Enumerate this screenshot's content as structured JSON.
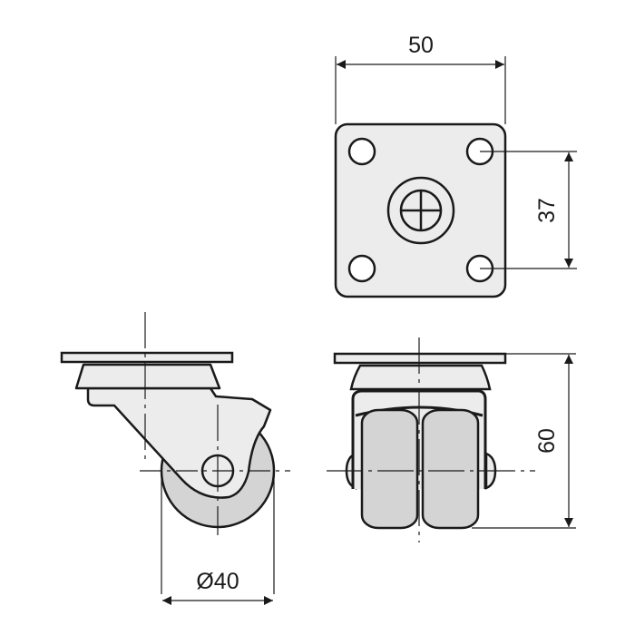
{
  "diagram": {
    "subject": "swivel castor technical drawing",
    "colors": {
      "background": "#ffffff",
      "stroke": "#1a1a1a",
      "body_fill": "#ececec",
      "wheel_fill": "#d4d4d4"
    },
    "views": {
      "top": {
        "name": "top-view-mounting-plate"
      },
      "side": {
        "name": "side-view"
      },
      "front": {
        "name": "front-view-twin-wheel"
      }
    },
    "dimensions": {
      "plate_width": "50",
      "hole_spacing": "37",
      "total_height": "60",
      "wheel_diameter": "Ø40"
    }
  }
}
